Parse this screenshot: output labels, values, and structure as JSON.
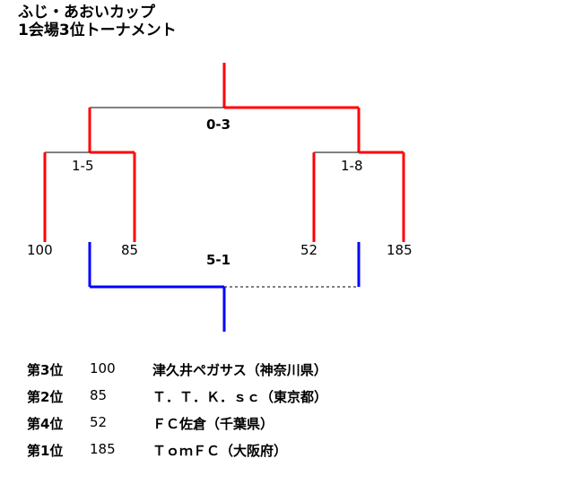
{
  "title": {
    "line1": "ふじ・あおいカップ",
    "line2": "1会場3位トーナメント"
  },
  "colors": {
    "winner_path": "#ff0000",
    "third_place_path": "#0000ff",
    "neutral": "#000000"
  },
  "bracket": {
    "final_score": "0-3",
    "semi_left_score": "1-5",
    "semi_right_score": "1-8",
    "third_place_score": "5-1",
    "entries": [
      "100",
      "85",
      "52",
      "185"
    ]
  },
  "results": [
    {
      "rank": "第3位",
      "no": "100",
      "team": "津久井ペガサス（神奈川県）"
    },
    {
      "rank": "第2位",
      "no": "85",
      "team": "Ｔ．Ｔ．Ｋ．ｓｃ（東京都）"
    },
    {
      "rank": "第4位",
      "no": "52",
      "team": "ＦＣ佐倉（千葉県）"
    },
    {
      "rank": "第1位",
      "no": "185",
      "team": "ＴｏｍＦＣ（大阪府）"
    }
  ]
}
